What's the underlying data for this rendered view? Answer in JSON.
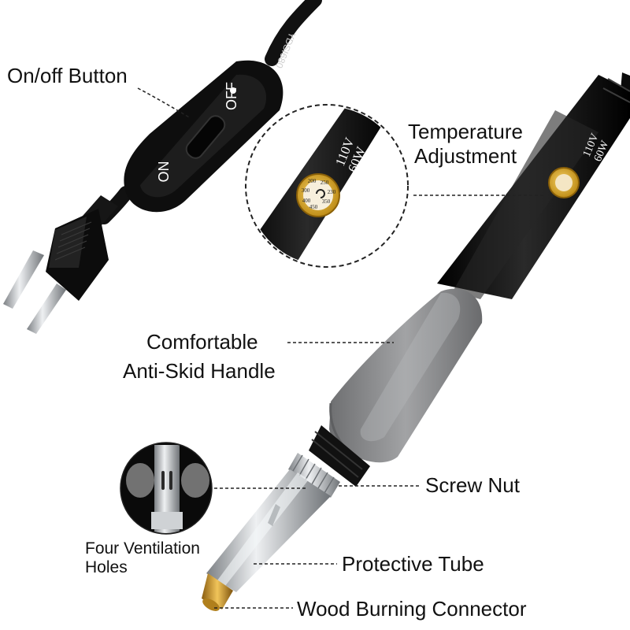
{
  "labels": {
    "on_off_button": "On/off Button",
    "temperature_line1": "Temperature",
    "temperature_line2": "Adjustment",
    "handle_line1": "Comfortable",
    "handle_line2": "Anti-Skid Handle",
    "screw_nut": "Screw Nut",
    "ventilation_line1": "Four Ventilation",
    "ventilation_line2": "Holes",
    "protective_tube": "Protective Tube",
    "wood_burning_connector": "Wood Burning Connector"
  },
  "switch": {
    "off_text": "OFF",
    "on_text": "ON"
  },
  "cord_print": "YDSI680",
  "rating": {
    "voltage": "110V",
    "wattage": "60W"
  },
  "dial": {
    "numbers": [
      "200",
      "250",
      "300",
      "350",
      "400",
      "450",
      "230"
    ]
  },
  "colors": {
    "background": "#ffffff",
    "iron_body": "#0d0d0d",
    "grip": "#8c8d8f",
    "metal": "#b9bdc1",
    "brass_tip": "#c99a2e",
    "dial_gold": "#d9a521"
  }
}
